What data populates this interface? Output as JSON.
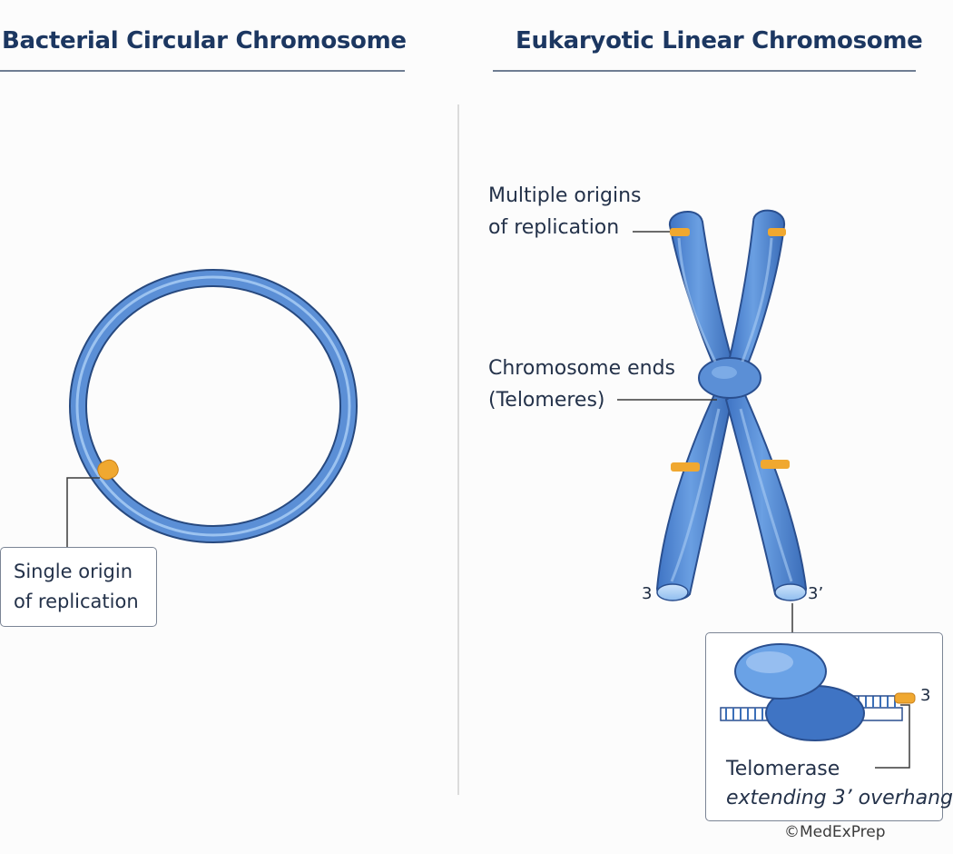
{
  "left_panel": {
    "title": "Bacterial Circular Chromosome",
    "origin_label_line1": "Single origin",
    "origin_label_line2": "of replication"
  },
  "right_panel": {
    "title": "Eukaryotic Linear Chromosome",
    "origins_label_line1": "Multiple origins",
    "origins_label_line2": "of replication",
    "ends_label_line1": "Chromosome ends",
    "ends_label_line2": "(Telomeres)",
    "end_left": "3",
    "end_right": "3’",
    "inset": {
      "strand_end": "3",
      "caption_line1": "Telomerase",
      "caption_line2": "extending 3’ overhang"
    }
  },
  "watermark": "©MedExPrep",
  "colors": {
    "chromosome_blue": "#5b8fd6",
    "outline_navy": "#2a4f8f",
    "origin_orange": "#f0a830",
    "title_navy": "#1c3761"
  }
}
